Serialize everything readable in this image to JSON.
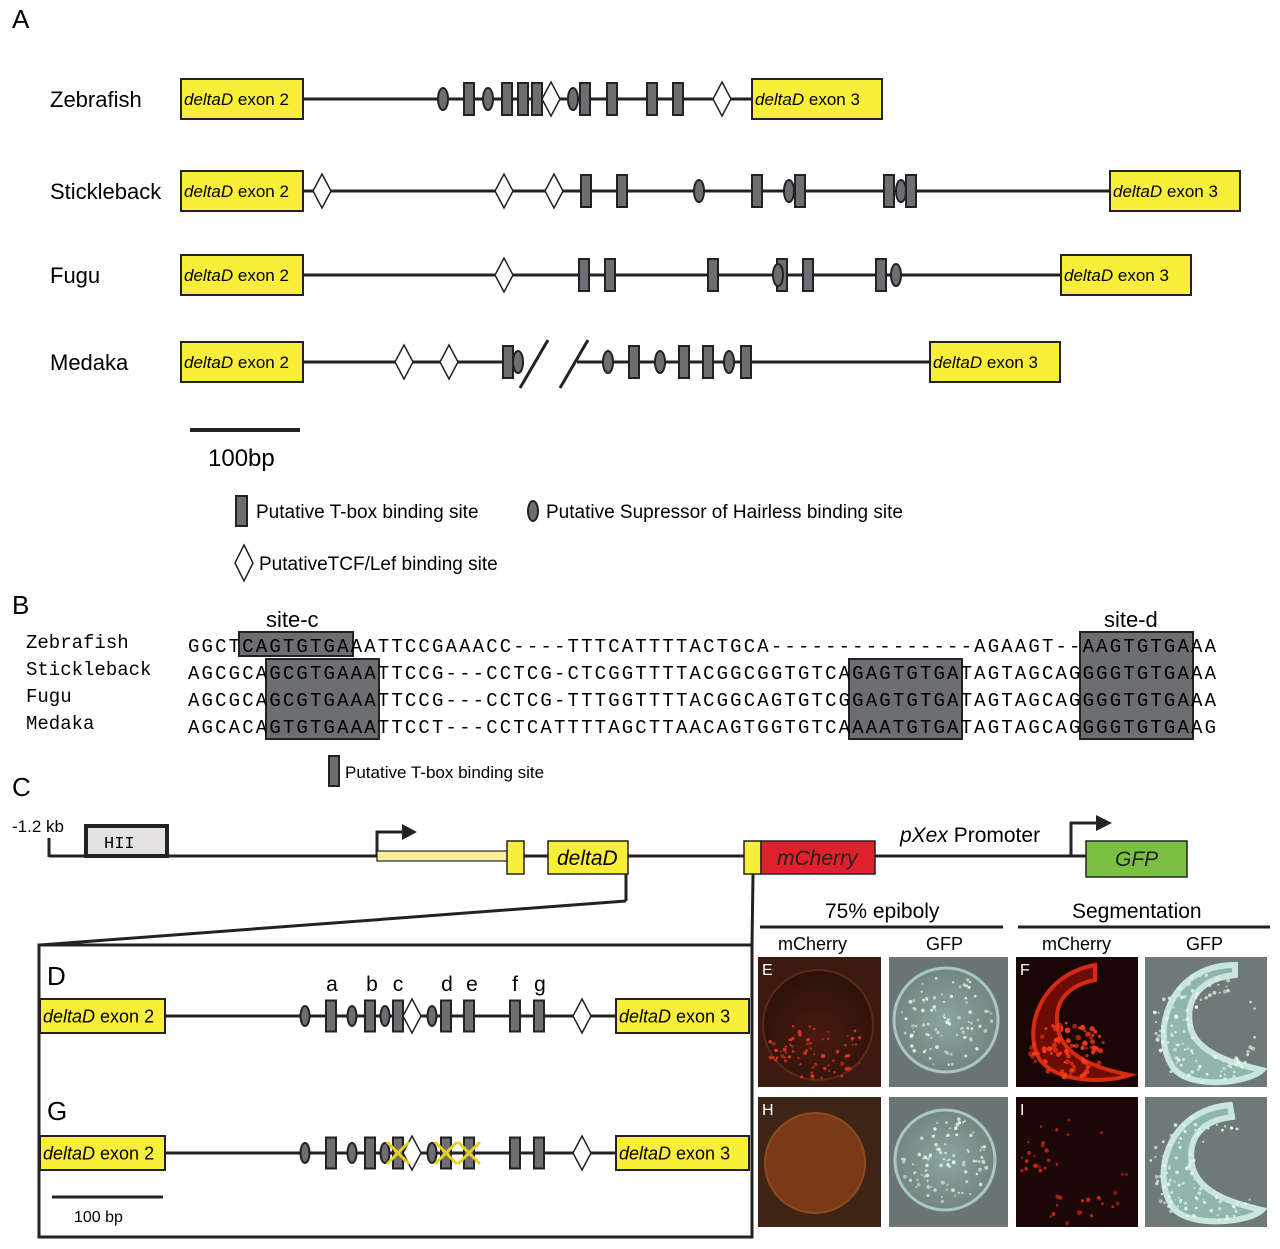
{
  "panels": {
    "A": "A",
    "B": "B",
    "C": "C",
    "D": "D",
    "E": "E",
    "F": "F",
    "G": "G",
    "H": "H",
    "I": "I"
  },
  "exon": {
    "italic": "deltaD",
    "exon2": " exon 2",
    "exon3": " exon 3"
  },
  "panelA": {
    "species": [
      "Zebrafish",
      "Stickleback",
      "Fugu",
      "Medaka"
    ],
    "scale": "100bp",
    "legend": {
      "tbox": "Putative T-box binding site",
      "suh": "Putative Supressor of Hairless binding site",
      "tcf": "PutativeTCF/Lef binding site"
    }
  },
  "panelB": {
    "site_c": "site-c",
    "site_d": "site-d",
    "rows": [
      {
        "species": "Zebrafish",
        "seq": "GGCTCAGTGTGAAATTCCGAAACC----TTTCATTTTACTGCA---------------AGAAGT--AAGTGTGAAA"
      },
      {
        "species": "Stickleback",
        "seq": "AGCGCAGCGTGAAATTCCG---CCTCG-CTCGGTTTTACGGCGGTGTCAGAGTGTGATAGTAGCAGGGGTGTGAAA"
      },
      {
        "species": "Fugu",
        "seq": "AGCGCAGCGTGAAATTCCG---CCTCG-TTTGGTTTTACGGCAGTGTCGGAGTGTGATAGTAGCAGGGGTGTGAAA"
      },
      {
        "species": "Medaka",
        "seq": "AGCACAGTGTGAAATTCCT---CCTCATTTTAGCTTAACAGTGGTGTCAAAATGTGATAGTAGCAGGGGTGTGAAG"
      }
    ],
    "legend": "Putative T-box binding site"
  },
  "panelC": {
    "kb": "-1.2 kb",
    "hii": "HII",
    "deltaD": "deltaD",
    "mcherry": "mCherry",
    "pxex_italic": "pXex",
    "pxex_rest": " Promoter",
    "gfp": "GFP"
  },
  "panelD": {
    "sites": [
      "a",
      "b",
      "c",
      "d",
      "e",
      "f",
      "g"
    ]
  },
  "panelG": {
    "scale": "100 bp"
  },
  "images": {
    "group1": "75% epiboly",
    "group2": "Segmentation",
    "mcherry": "mCherry",
    "gfp": "GFP"
  },
  "colors": {
    "exon": "#f9ef3a",
    "site": "#6d6e72",
    "mcherry": "#e0202b",
    "gfp": "#7ac143",
    "lightyellow": "#fbef9a"
  }
}
